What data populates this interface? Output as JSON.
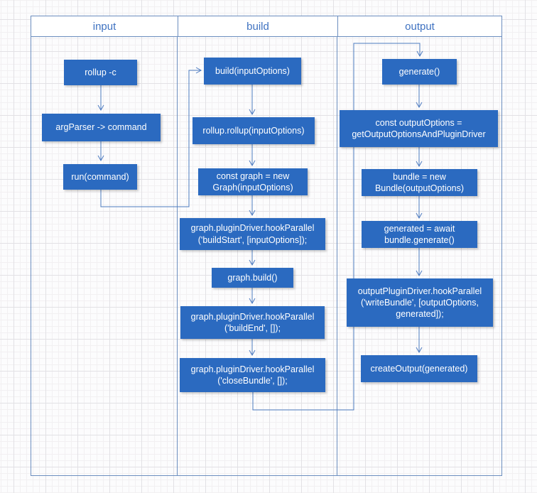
{
  "lanes": [
    {
      "title": "input",
      "nodes": [
        {
          "label": "rollup -c"
        },
        {
          "label": "argParser -> command"
        },
        {
          "label": "run(command)"
        }
      ]
    },
    {
      "title": "build",
      "nodes": [
        {
          "label": "build(inputOptions)"
        },
        {
          "label": "rollup.rollup(inputOptions)"
        },
        {
          "label": "const graph = new Graph(inputOptions)"
        },
        {
          "label": "graph.pluginDriver.hookParallel ('buildStart', [inputOptions]);"
        },
        {
          "label": "graph.build()"
        },
        {
          "label": "graph.pluginDriver.hookParallel ('buildEnd', []);"
        },
        {
          "label": "graph.pluginDriver.hookParallel ('closeBundle', []);"
        }
      ]
    },
    {
      "title": "output",
      "nodes": [
        {
          "label": "generate()"
        },
        {
          "label": "const outputOptions  = getOutputOptionsAndPluginDriver"
        },
        {
          "label": "bundle = new Bundle(outputOptions)"
        },
        {
          "label": "generated = await bundle.generate()"
        },
        {
          "label": "outputPluginDriver.hookParallel ('writeBundle', [outputOptions, generated]);"
        },
        {
          "label": "createOutput(generated)"
        }
      ]
    }
  ],
  "colors": {
    "node_fill": "#2b6ac0",
    "node_text": "#ffffff",
    "lane_border": "#6c8ebf",
    "lane_title_text": "#3f72c1",
    "connector": "#4d7bc0"
  }
}
